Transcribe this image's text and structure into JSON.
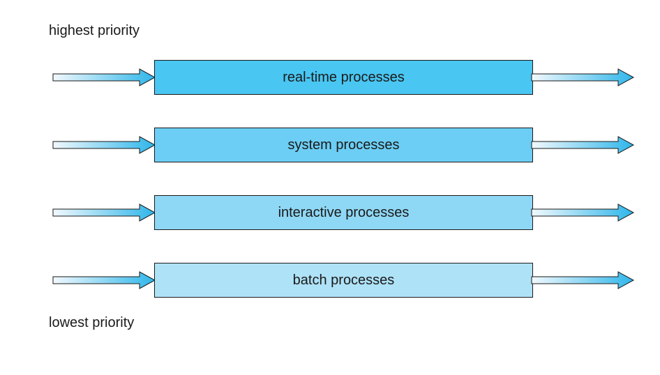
{
  "top_label": "highest priority",
  "bottom_label": "lowest priority",
  "queues": [
    {
      "label": "real-time processes",
      "color": "#49c6f2"
    },
    {
      "label": "system processes",
      "color": "#6ccef4"
    },
    {
      "label": "interactive processes",
      "color": "#8fd8f5"
    },
    {
      "label": "batch processes",
      "color": "#aee2f7"
    }
  ],
  "arrow_gradient": {
    "start": "#f2f9fd",
    "end": "#2fb6ea"
  }
}
